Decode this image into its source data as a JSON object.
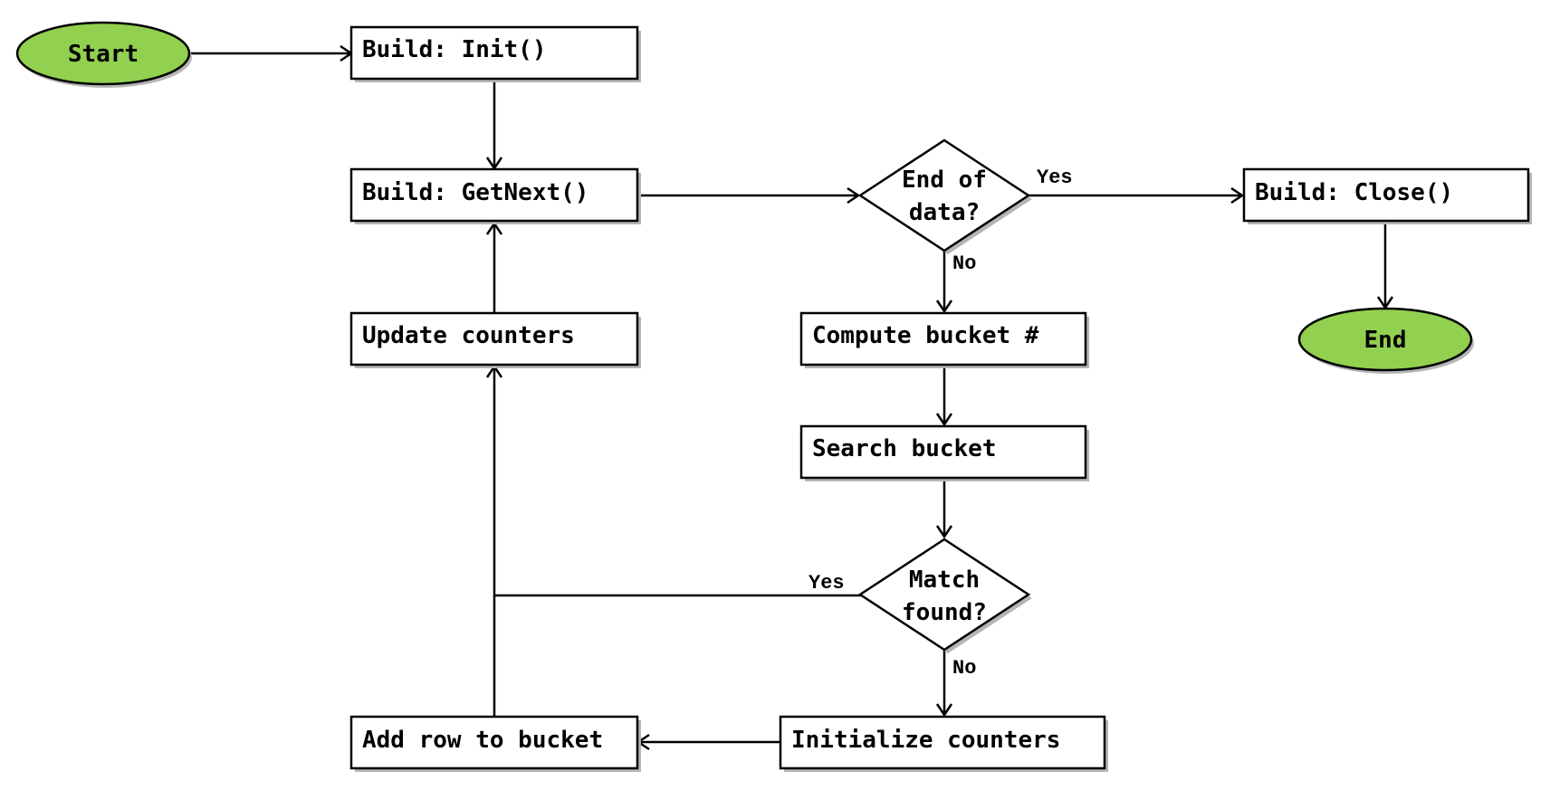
{
  "nodes": {
    "start": {
      "label": "Start"
    },
    "init": {
      "label": "Build: Init()"
    },
    "getnext": {
      "label": "Build: GetNext()"
    },
    "end_of_data": {
      "line1": "End of",
      "line2": "data?"
    },
    "close": {
      "label": "Build: Close()"
    },
    "end": {
      "label": "End"
    },
    "update": {
      "label": "Update counters"
    },
    "compute": {
      "label": "Compute bucket #"
    },
    "search": {
      "label": "Search bucket"
    },
    "match": {
      "line1": "Match",
      "line2": "found?"
    },
    "add_row": {
      "label": "Add row to bucket"
    },
    "init_counters": {
      "label": "Initialize counters"
    }
  },
  "edge_labels": {
    "eod_yes": "Yes",
    "eod_no": "No",
    "match_yes": "Yes",
    "match_no": "No"
  },
  "colors": {
    "terminal_fill": "#92d050",
    "stroke": "#000000",
    "box_fill": "#ffffff"
  }
}
